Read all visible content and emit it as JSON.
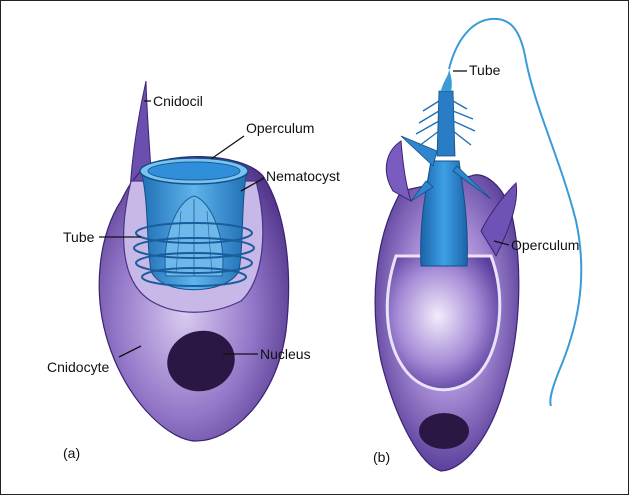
{
  "figure": {
    "panel_a": {
      "letter": "(a)",
      "labels": {
        "cnidocil": "Cnidocil",
        "operculum": "Operculum",
        "nematocyst": "Nematocyst",
        "tube": "Tube",
        "cnidocyte": "Cnidocyte",
        "nucleus": "Nucleus"
      }
    },
    "panel_b": {
      "letter": "(b)",
      "labels": {
        "tube": "Tube",
        "operculum": "Operculum"
      }
    }
  },
  "colors": {
    "cell_purple": "#5b3f9a",
    "cell_light": "#c9b6e6",
    "nematocyst_blue": "#2f8fd8",
    "nucleus_dark": "#2b1744"
  }
}
